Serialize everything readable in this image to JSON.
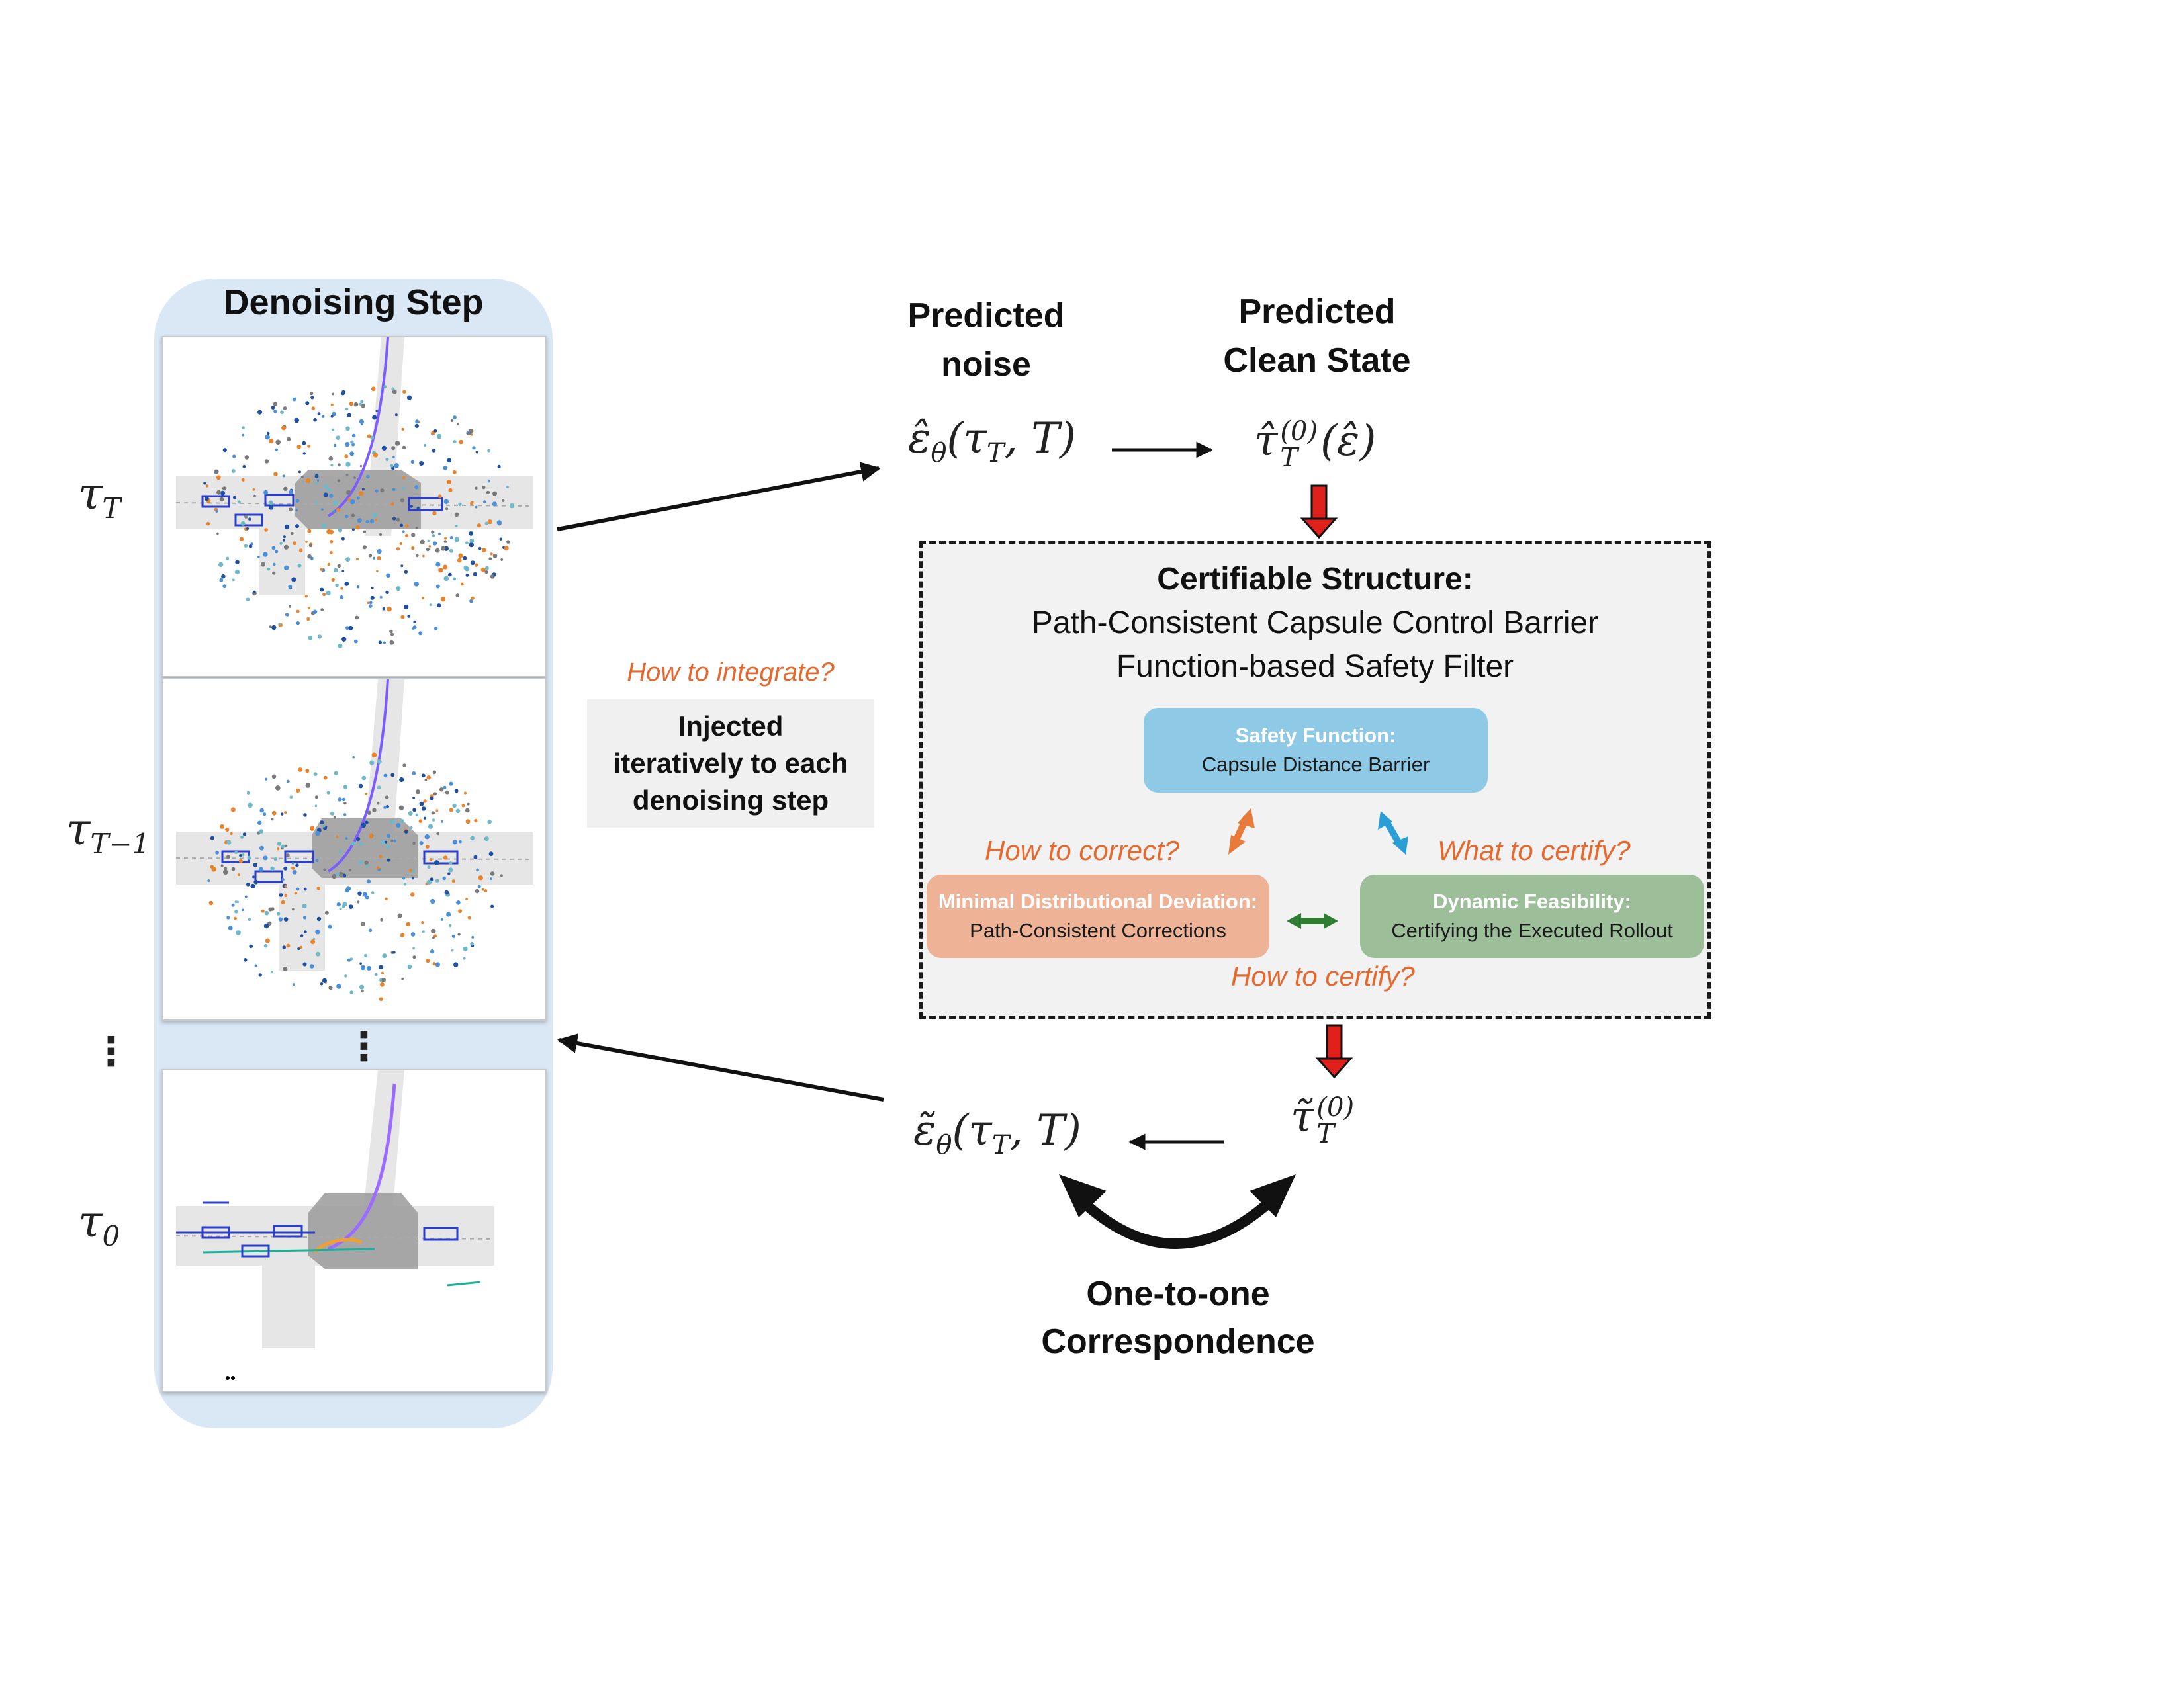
{
  "left_panel": {
    "title": "Denoising Step",
    "tau_top": "τ",
    "tau_top_sub": "T",
    "tau_mid": "τ",
    "tau_mid_sub": "T−1",
    "tau_bot": "τ",
    "tau_bot_sub": "0",
    "ellipsis": "⋮"
  },
  "headers": {
    "noise_line1": "Predicted",
    "noise_line2": "noise",
    "clean_line1": "Predicted",
    "clean_line2": "Clean State"
  },
  "math": {
    "eps_hat": "ε̂",
    "eps_hat_sub": "θ",
    "eps_hat_args": "(τ",
    "eps_hat_args_sub": "T",
    "eps_hat_tail": ", T)",
    "tau_hat": "τ̂",
    "tau_hat_sup": "(0)",
    "tau_hat_sub": "T",
    "tau_hat_tail": "(ε̂)",
    "eps_tilde": "ε̃",
    "eps_tilde_sub": "θ",
    "eps_tilde_args": "(τ",
    "eps_tilde_args_sub": "T",
    "eps_tilde_tail": ", T)",
    "tau_tilde": "τ̃",
    "tau_tilde_sup": "(0)",
    "tau_tilde_sub": "T"
  },
  "integrate": {
    "question": "How to integrate?",
    "line1": "Injected",
    "line2": "iteratively to each",
    "line3": "denoising step"
  },
  "certifiable": {
    "title_bold": "Certifiable Structure:",
    "line2": "Path-Consistent Capsule Control Barrier",
    "line3": "Function-based Safety Filter",
    "safety_title": "Safety Function:",
    "safety_sub": "Capsule Distance Barrier",
    "deviation_title": "Minimal Distributional Deviation:",
    "deviation_sub": "Path-Consistent Corrections",
    "feasibility_title": "Dynamic Feasibility:",
    "feasibility_sub": "Certifying the Executed Rollout",
    "q_correct": "How to correct?",
    "q_certify_what": "What to certify?",
    "q_certify_how": "How to certify?"
  },
  "correspondence": {
    "line1": "One-to-one",
    "line2": "Correspondence"
  },
  "colors": {
    "panel": "#dae8f6",
    "safety": "#8ecae6",
    "deviation": "#eeb396",
    "feasibility": "#9cbf9a",
    "question": "#e5692f",
    "red_arrow": "#e0201b",
    "green_arrow": "#2e7d32",
    "blue_arrow": "#2a9fd6",
    "orange_arrow": "#e87a3c"
  }
}
